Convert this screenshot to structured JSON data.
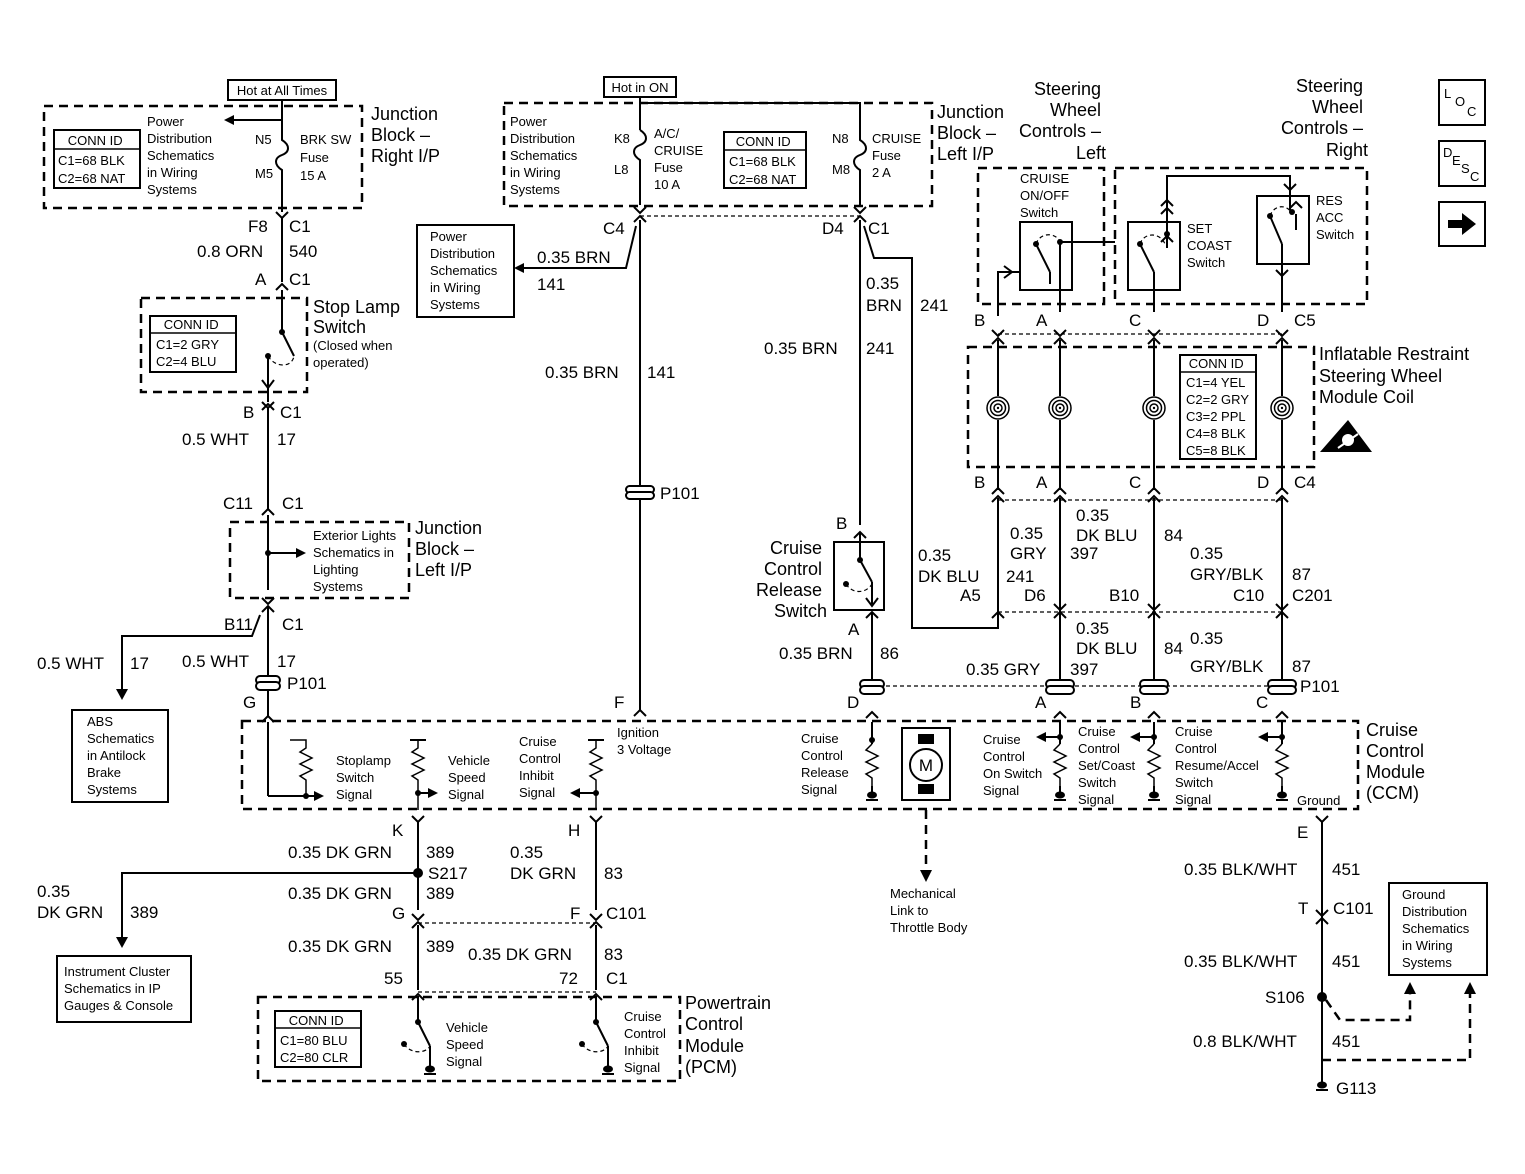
{
  "hot_labels": {
    "always": "Hot at All Times",
    "on": "Hot in ON"
  },
  "jb_right": {
    "title": [
      "Junction",
      "Block –",
      "Right I/P"
    ],
    "pds": [
      "Power",
      "Distribution",
      "Schematics",
      "in Wiring",
      "Systems"
    ],
    "conn": [
      "CONN ID",
      "C1=68 BLK",
      "C2=68 NAT"
    ],
    "pins": [
      "N5",
      "M5"
    ],
    "fuse": [
      "BRK SW",
      "Fuse",
      "15 A"
    ]
  },
  "jb_left": {
    "title": [
      "Junction",
      "Block –",
      "Left I/P"
    ],
    "pds": [
      "Power",
      "Distribution",
      "Schematics",
      "in Wiring",
      "Systems"
    ],
    "conn": [
      "CONN ID",
      "C1=68 BLK",
      "C2=68 NAT"
    ],
    "fuse1_pins": [
      "K8",
      "L8"
    ],
    "fuse1": [
      "A/C/",
      "CRUISE",
      "Fuse",
      "10 A"
    ],
    "fuse2_pins": [
      "N8",
      "M8"
    ],
    "fuse2": [
      "CRUISE",
      "Fuse",
      "2 A"
    ]
  },
  "pds_box": [
    "Power",
    "Distribution",
    "Schematics",
    "in Wiring",
    "Systems"
  ],
  "stop_lamp": {
    "title": [
      "Stop Lamp",
      "Switch"
    ],
    "note": [
      "(Closed when",
      "operated)"
    ],
    "conn": [
      "CONN ID",
      "C1=2 GRY",
      "C2=4 BLU"
    ]
  },
  "ext_lights": {
    "text": [
      "Exterior Lights",
      "Schematics in",
      "Lighting",
      "Systems"
    ],
    "title": [
      "Junction",
      "Block –",
      "Left I/P"
    ]
  },
  "abs_box": [
    "ABS",
    "Schematics",
    "in Antilock",
    "Brake",
    "Systems"
  ],
  "ic_box": [
    "Instrument Cluster",
    "Schematics in IP",
    "Gauges & Console"
  ],
  "gd_box": [
    "Ground",
    "Distribution",
    "Schematics",
    "in Wiring",
    "Systems"
  ],
  "sw_left": {
    "title": [
      "Steering",
      "Wheel",
      "Controls –",
      "Left"
    ],
    "switch": [
      "CRUISE",
      "ON/OFF",
      "Switch"
    ]
  },
  "sw_right": {
    "title": [
      "Steering",
      "Wheel",
      "Controls –",
      "Right"
    ],
    "set": [
      "SET",
      "COAST",
      "Switch"
    ],
    "res": [
      "RES",
      "ACC",
      "Switch"
    ]
  },
  "coil": {
    "title": [
      "Inflatable Restraint",
      "Steering Wheel",
      "Module Coil"
    ],
    "conn": [
      "CONN ID",
      "C1=4 YEL",
      "C2=2 GRY",
      "C3=2 PPL",
      "C4=8 BLK",
      "C5=8 BLK"
    ]
  },
  "release_sw": [
    "Cruise",
    "Control",
    "Release",
    "Switch"
  ],
  "ccm": {
    "title": [
      "Cruise",
      "Control",
      "Module",
      "(CCM)"
    ],
    "stoplamp": [
      "Stoplamp",
      "Switch",
      "Signal"
    ],
    "vss": [
      "Vehicle",
      "Speed",
      "Signal"
    ],
    "inhibit": [
      "Cruise",
      "Control",
      "Inhibit",
      "Signal"
    ],
    "ign": [
      "Ignition",
      "3 Voltage"
    ],
    "release": [
      "Cruise",
      "Control",
      "Release",
      "Signal"
    ],
    "motor": "M",
    "onsw": [
      "Cruise",
      "Control",
      "On Switch",
      "Signal"
    ],
    "setcoast": [
      "Cruise",
      "Control",
      "Set/Coast",
      "Switch",
      "Signal"
    ],
    "resacc": [
      "Cruise",
      "Control",
      "Resume/Accel",
      "Switch",
      "Signal"
    ],
    "ground": "Ground"
  },
  "mech_link": [
    "Mechanical",
    "Link to",
    "Throttle Body"
  ],
  "pcm": {
    "title": [
      "Powertrain",
      "Control",
      "Module",
      "(PCM)"
    ],
    "conn": [
      "CONN ID",
      "C1=80 BLU",
      "C2=80 CLR"
    ],
    "vss": [
      "Vehicle",
      "Speed",
      "Signal"
    ],
    "inhibit": [
      "Cruise",
      "Control",
      "Inhibit",
      "Signal"
    ]
  },
  "side_icons": {
    "loc": [
      "L",
      "O",
      "C"
    ],
    "desc": [
      "D",
      "E",
      "S",
      "C"
    ],
    "arrow": "➡"
  },
  "labels": [
    "F8",
    "C1",
    "0.8 ORN",
    "540",
    "A",
    "C1",
    "B",
    "C1",
    "0.5 WHT",
    "17",
    "C11",
    "C1",
    "B11",
    "C1",
    "0.5 WHT",
    "17",
    "0.5 WHT",
    "17",
    "P101",
    "G",
    "C4",
    "0.35 BRN",
    "141",
    "0.35 BRN",
    "141",
    "P101",
    "F",
    "D4",
    "C1",
    "0.35",
    "BRN",
    "241",
    "0.35 BRN",
    "241",
    "B",
    "A",
    "0.35 BRN",
    "86",
    "D",
    "B",
    "A",
    "C",
    "D",
    "C5",
    "B",
    "A",
    "C",
    "D",
    "C4",
    "0.35",
    "DK BLU",
    "241",
    "A5",
    "0.35",
    "GRY",
    "397",
    "D6",
    "0.35",
    "DK BLU",
    "84",
    "B10",
    "0.35",
    "GRY/BLK",
    "87",
    "C10",
    "C201",
    "0.35 GRY",
    "397",
    "0.35",
    "DK BLU",
    "84",
    "0.35",
    "GRY/BLK",
    "87",
    "P101",
    "A",
    "B",
    "C",
    "K",
    "0.35 DK GRN",
    "389",
    "S217",
    "0.35",
    "DK GRN",
    "389",
    "0.35 DK GRN",
    "389",
    "G",
    "H",
    "0.35",
    "DK GRN",
    "83",
    "F",
    "C101",
    "0.35 DK GRN",
    "389",
    "0.35 DK GRN",
    "83",
    "55",
    "72",
    "C1",
    "E",
    "0.35 BLK/WHT",
    "451",
    "T",
    "C101",
    "0.35 BLK/WHT",
    "451",
    "S106",
    "0.8 BLK/WHT",
    "451",
    "G113"
  ]
}
